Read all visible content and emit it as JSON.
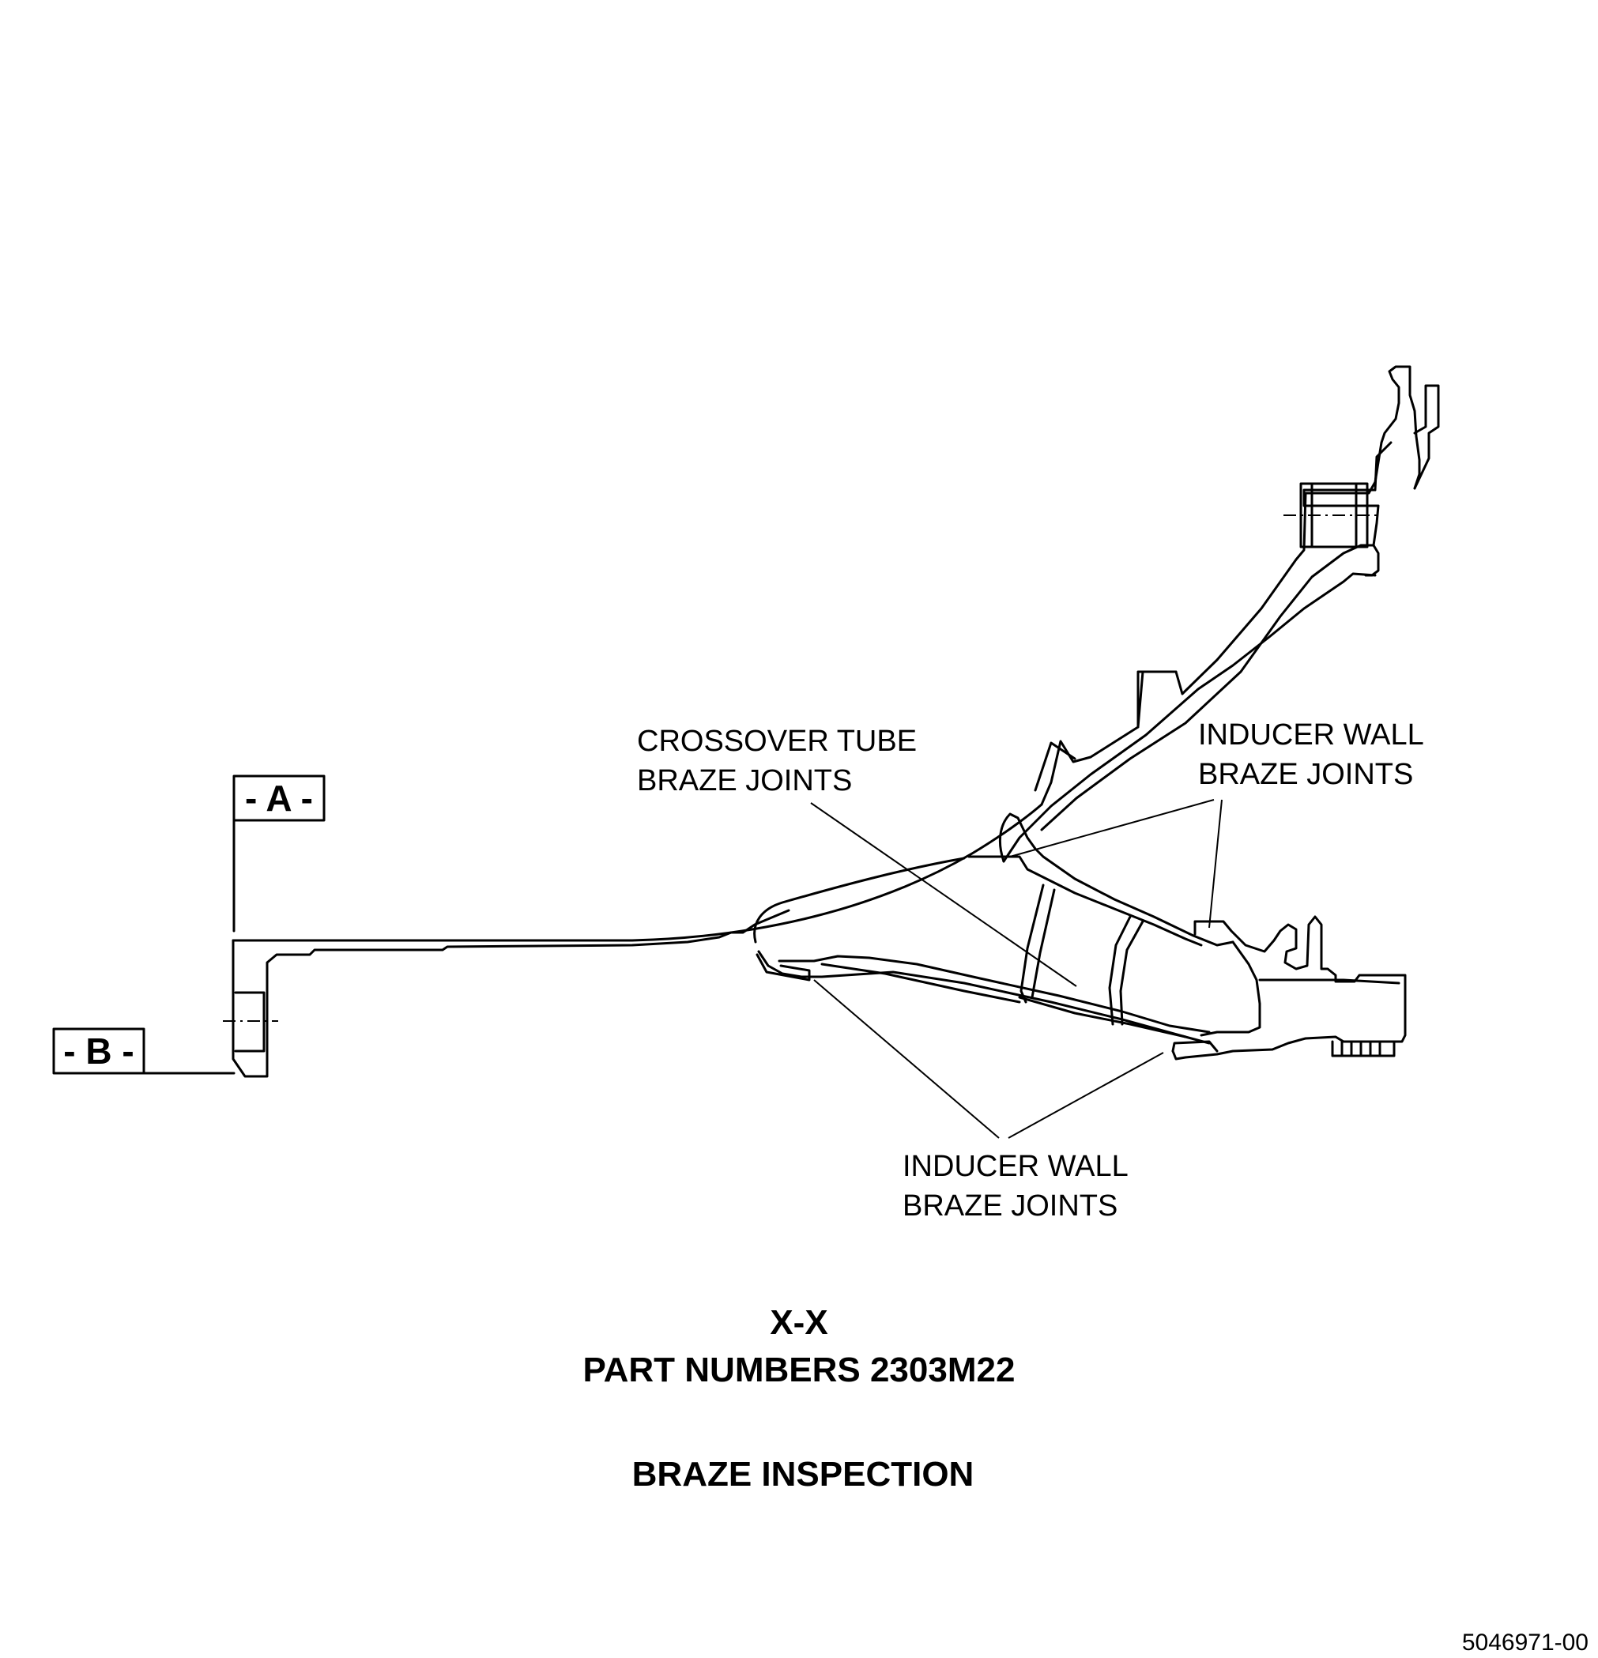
{
  "datums": {
    "a": "- A -",
    "b": "- B -"
  },
  "callouts": {
    "crossover": {
      "line1": "CROSSOVER TUBE",
      "line2": "BRAZE JOINTS"
    },
    "inducer_upper": {
      "line1": "INDUCER WALL",
      "line2": "BRAZE JOINTS"
    },
    "inducer_lower": {
      "line1": "INDUCER WALL",
      "line2": "BRAZE JOINTS"
    }
  },
  "caption": {
    "section": "X-X",
    "part_numbers": "PART NUMBERS 2303M22",
    "heading": "BRAZE INSPECTION"
  },
  "figure_number": "5046971-00"
}
